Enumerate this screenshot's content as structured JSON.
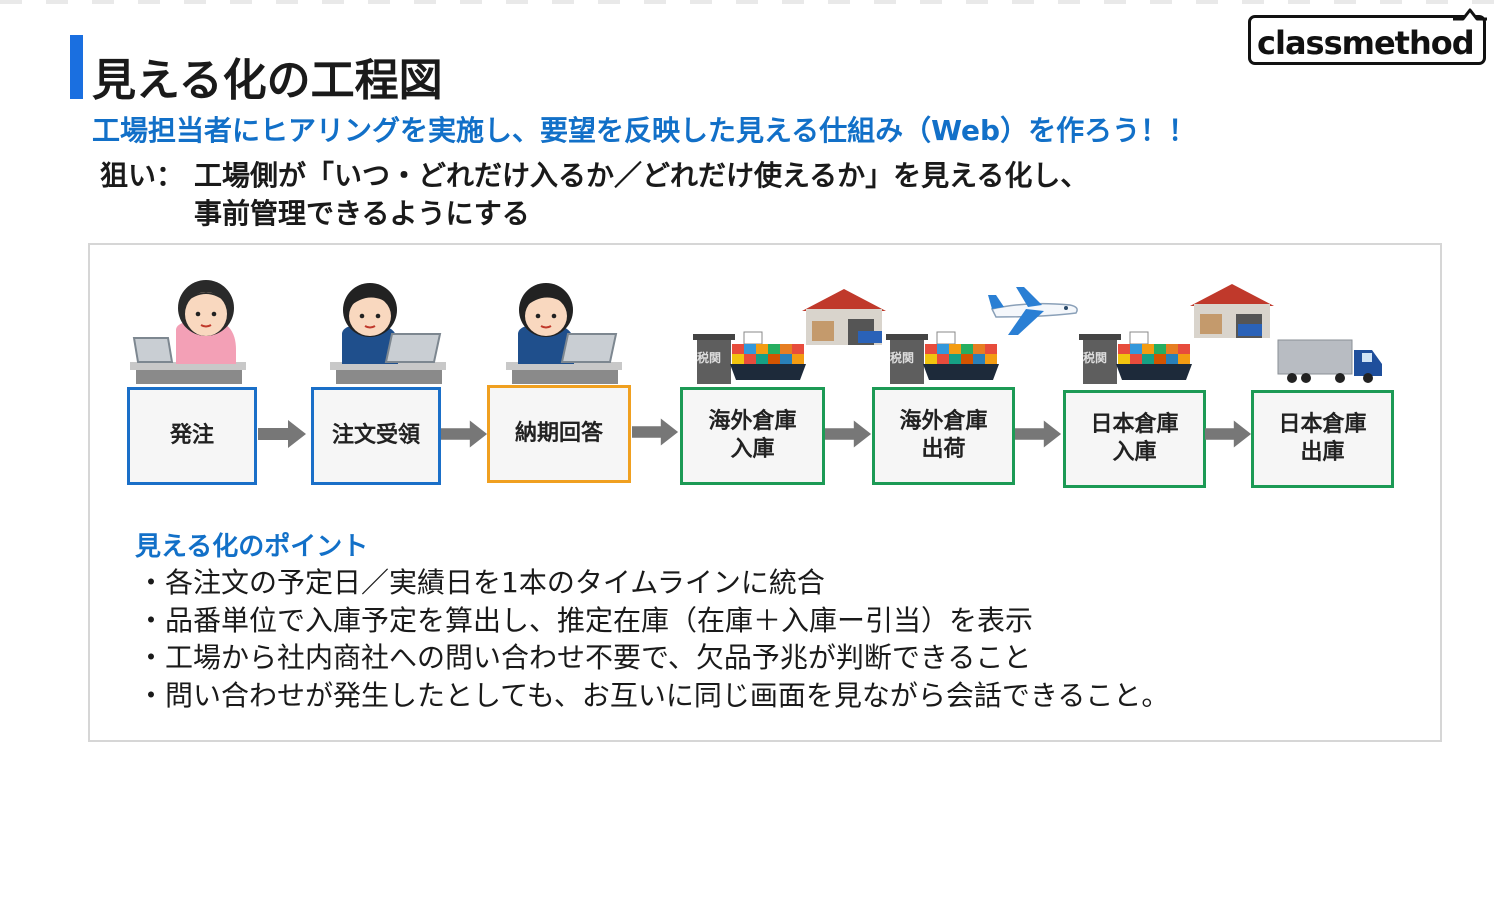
{
  "title": "見える化の工程図",
  "logo": "classmethod",
  "subtitle": "工場担当者にヒアリングを実施し、要望を反映した見える仕組み（Web）を作ろう！！",
  "aim": {
    "prefix": "狙い：",
    "line1": "工場側が「いつ・どれだけ入るか／どれだけ使えるか」を見える化し、",
    "line2": "事前管理できるようにする"
  },
  "steps": [
    {
      "line1": "発注",
      "line2": "",
      "color": "#1a6fc8"
    },
    {
      "line1": "注文受領",
      "line2": "",
      "color": "#1a6fc8"
    },
    {
      "line1": "納期回答",
      "line2": "",
      "color": "#f0a020"
    },
    {
      "line1": "海外倉庫",
      "line2": "入庫",
      "color": "#1c9a55"
    },
    {
      "line1": "海外倉庫",
      "line2": "出荷",
      "color": "#1c9a55"
    },
    {
      "line1": "日本倉庫",
      "line2": "入庫",
      "color": "#1c9a55"
    },
    {
      "line1": "日本倉庫",
      "line2": "出庫",
      "color": "#1c9a55"
    }
  ],
  "customs_label": "税関",
  "points": {
    "title": "見える化のポイント",
    "items": [
      "・各注文の予定日／実績日を1本のタイムラインに統合",
      "・品番単位で入庫予定を算出し、推定在庫（在庫＋入庫ー引当）を表示",
      "・工場から社内商社への問い合わせ不要で、欠品予兆が判断できること",
      "・問い合わせが発生したとしても、お互いに同じ画面を見ながら会話できること。"
    ]
  },
  "colors": {
    "accent_blue": "#1a6fe0",
    "subtitle_blue": "#1270c8",
    "step_blue": "#1a6fc8",
    "step_orange": "#f0a020",
    "step_green": "#1c9a55",
    "arrow_gray": "#777777"
  }
}
